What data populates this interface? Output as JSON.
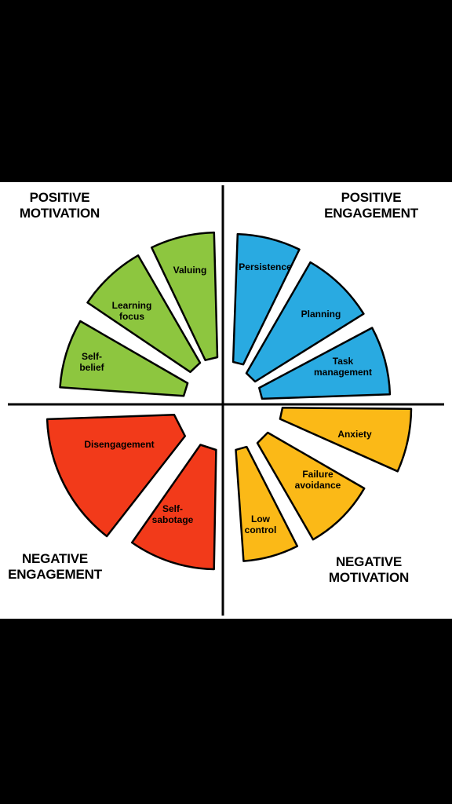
{
  "quadrants": {
    "top_left": {
      "line1": "POSITIVE",
      "line2": "MOTIVATION"
    },
    "top_right": {
      "line1": "POSITIVE",
      "line2": "ENGAGEMENT"
    },
    "bottom_left": {
      "line1": "NEGATIVE",
      "line2": "ENGAGEMENT"
    },
    "bottom_right": {
      "line1": "NEGATIVE",
      "line2": "MOTIVATION"
    }
  },
  "colors": {
    "green": "#8dc63f",
    "blue": "#29aae1",
    "orange": "#fbb917",
    "red": "#f23a1a",
    "outline": "#000000"
  },
  "segments": [
    {
      "id": "self-belief",
      "group": "green",
      "lines": [
        "Self-",
        "belief"
      ]
    },
    {
      "id": "learning-focus",
      "group": "green",
      "lines": [
        "Learning",
        "focus"
      ]
    },
    {
      "id": "valuing",
      "group": "green",
      "lines": [
        "Valuing"
      ]
    },
    {
      "id": "persistence",
      "group": "blue",
      "lines": [
        "Persistence"
      ]
    },
    {
      "id": "planning",
      "group": "blue",
      "lines": [
        "Planning"
      ]
    },
    {
      "id": "task-management",
      "group": "blue",
      "lines": [
        "Task",
        "management"
      ]
    },
    {
      "id": "anxiety",
      "group": "orange",
      "lines": [
        "Anxiety"
      ]
    },
    {
      "id": "failure-avoidance",
      "group": "orange",
      "lines": [
        "Failure",
        "avoidance"
      ]
    },
    {
      "id": "low-control",
      "group": "orange",
      "lines": [
        "Low",
        "control"
      ]
    },
    {
      "id": "self-sabotage",
      "group": "red",
      "lines": [
        "Self-",
        "sabotage"
      ]
    },
    {
      "id": "disengagement",
      "group": "red",
      "lines": [
        "Disengagement"
      ]
    }
  ]
}
